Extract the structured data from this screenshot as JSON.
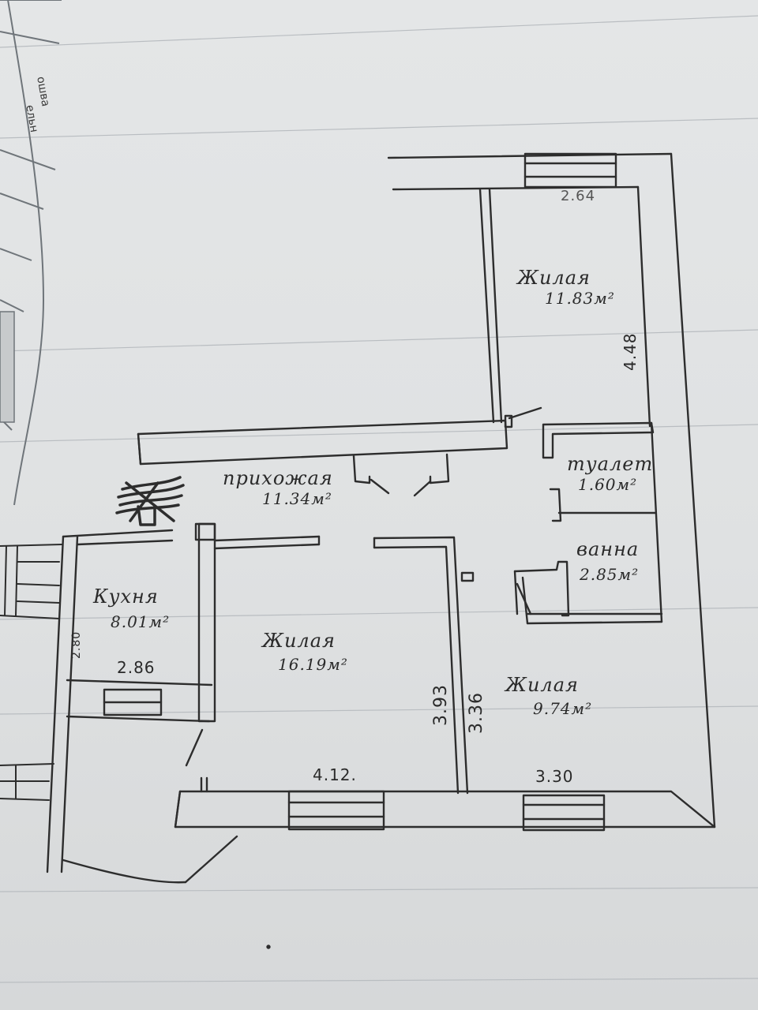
{
  "edge_text": [
    "ошва",
    "ельн"
  ],
  "rooms": {
    "living_top": {
      "name": "Жилая",
      "area": "11.83м²"
    },
    "hallway": {
      "name": "прихожая",
      "area": "11.34м²"
    },
    "toilet": {
      "name": "туалет",
      "area": "1.60м²"
    },
    "bath": {
      "name": "ванна",
      "area": "2.85м²"
    },
    "kitchen": {
      "name": "Кухня",
      "area": "8.01м²"
    },
    "living_center": {
      "name": "Жилая",
      "area": "16.19м²"
    },
    "living_right": {
      "name": "Жилая",
      "area": "9.74м²"
    }
  },
  "dimensions": {
    "top_width": "2.64",
    "top_depth": "4.48",
    "kitchen_height": "2.80",
    "kitchen_width": "2.86",
    "center_depth": "3.93",
    "right_depth": "3.36",
    "center_width": "4.12.",
    "right_width": "3.30"
  },
  "colors": {
    "ink": "#2a2a2a",
    "paper": "#e2e4e5",
    "ruling": "#9aa0a6"
  }
}
